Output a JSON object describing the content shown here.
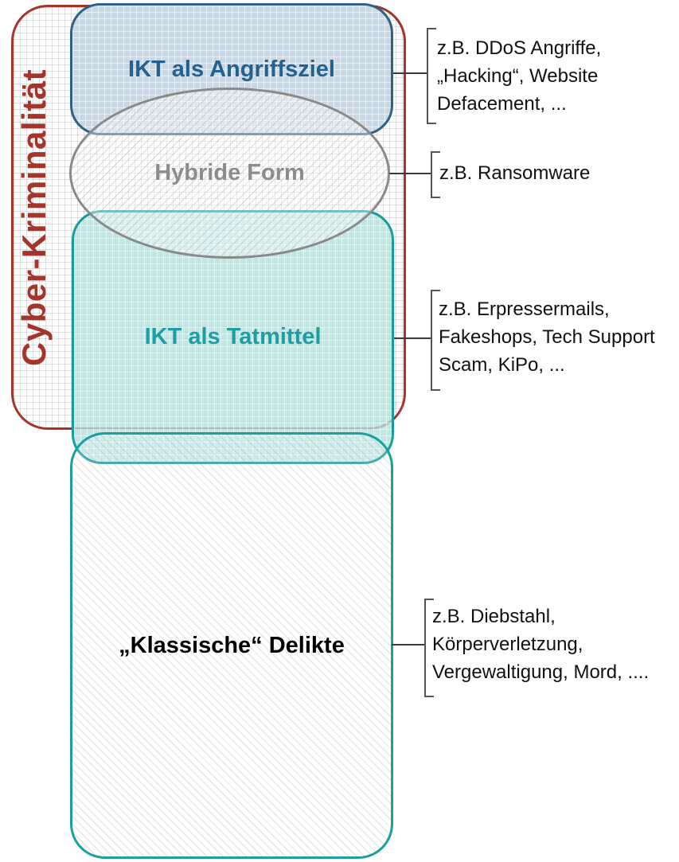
{
  "diagram": {
    "title": "Cyber-Kriminalität",
    "regions": {
      "attack_target": {
        "label": "IKT als Angriffsziel"
      },
      "hybrid": {
        "label": "Hybride Form"
      },
      "crime_tool": {
        "label": "IKT als Tatmittel"
      },
      "classic": {
        "label": "„Klassische“ Delikte"
      }
    },
    "annotations": {
      "attack_target": {
        "lines": [
          "z.B. DDoS Angriffe,",
          "„Hacking“, Website",
          "Defacement, ..."
        ]
      },
      "hybrid": {
        "lines": [
          "z.B. Ransomware"
        ]
      },
      "crime_tool": {
        "lines": [
          "z.B. Erpressermails,",
          "Fakeshops, Tech Support",
          "Scam, KiPo, ..."
        ]
      },
      "classic": {
        "lines": [
          "z.B. Diebstahl,",
          "Körperverletzung,",
          "Vergewaltigung, Mord, ...."
        ]
      }
    },
    "colors": {
      "outer_border": "#A3352A",
      "title_text": "#A3352A",
      "blue_border": "#2B6288",
      "blue_fill": "#CBD7E2",
      "blue_text": "#25618F",
      "gray_border": "#8A8A8A",
      "gray_text": "#8C8C8C",
      "teal_border": "#189C9E",
      "teal_fill": "#CDE8E6",
      "teal_text": "#1C9EA4",
      "classic_text": "#000000",
      "annotation_text": "#111111"
    }
  }
}
